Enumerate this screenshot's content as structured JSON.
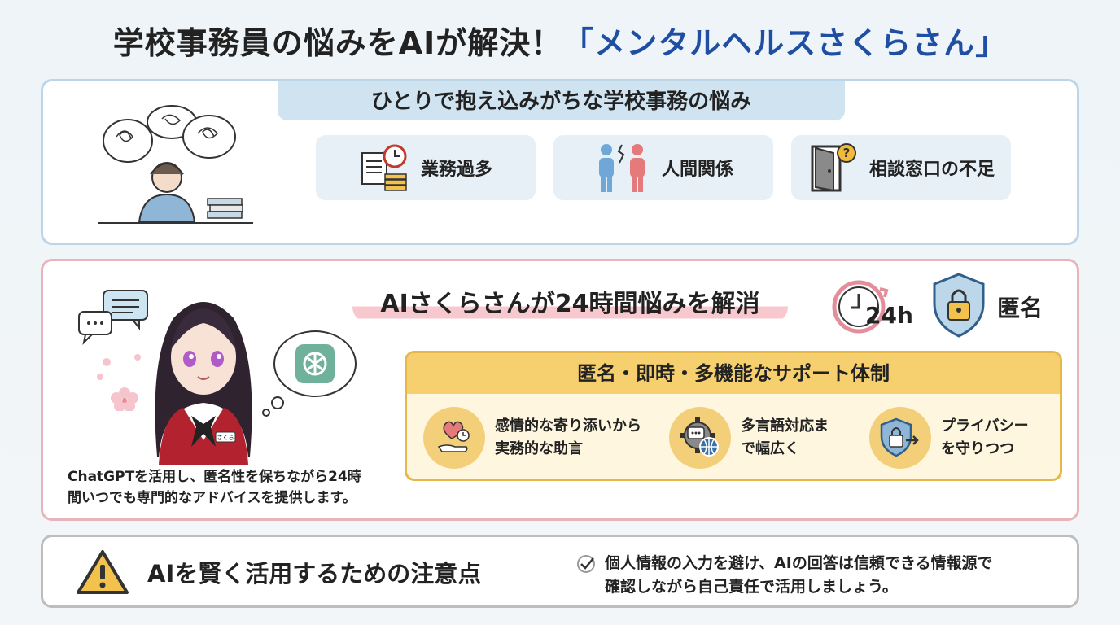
{
  "title": {
    "main": "学校事務員の悩みをAIが解決！",
    "accent": "「メンタルヘルスさくらさん」"
  },
  "problems": {
    "header": "ひとりで抱え込みがちな学校事務の悩み",
    "items": [
      {
        "label": "業務過多",
        "icon": "documents-clock-icon"
      },
      {
        "label": "人間関係",
        "icon": "people-conflict-icon"
      },
      {
        "label": "相談窓口の不足",
        "icon": "door-question-icon"
      }
    ]
  },
  "solution": {
    "heading": "AIさくらさんが24時間悩みを解消",
    "badge_24h": "24h",
    "badge_anon": "匿名",
    "name_tag": "さくら",
    "support_title": "匿名・即時・多機能なサポート体制",
    "features": [
      {
        "line1": "感情的な寄り添いから",
        "line2": "実務的な助言",
        "icon": "heart-hand-icon"
      },
      {
        "line1": "多言語対応ま",
        "line2": "で幅広く",
        "icon": "gear-globe-icon"
      },
      {
        "line1": "プライバシー",
        "line2": "を守りつつ",
        "icon": "shield-lock-arrow-icon"
      }
    ],
    "caption_line1": "ChatGPTを活用し、匿名性を保ちながら24時",
    "caption_line2": "間いつでも専門的なアドバイスを提供します。"
  },
  "caution": {
    "title": "AIを賢く活用するための注意点",
    "text_line1": "個人情報の入力を避け、AIの回答は信頼できる情報源で",
    "text_line2": "確認しながら自己責任で活用しましょう。"
  },
  "colors": {
    "accent_blue": "#1f4fa3",
    "top_border": "#bcd6e8",
    "mid_border": "#e8b4bb",
    "support_gold": "#f6d06f"
  }
}
